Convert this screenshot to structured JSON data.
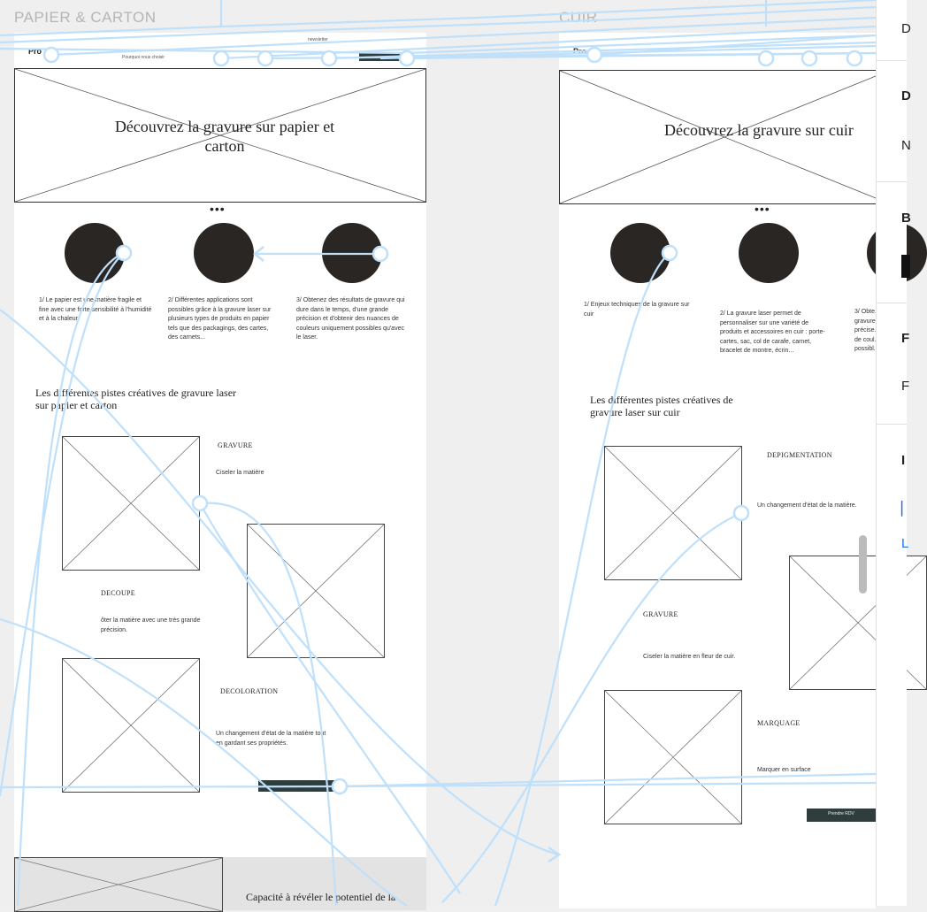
{
  "frames": {
    "left": {
      "title": "PAPIER & CARTON"
    },
    "right": {
      "title": "CUIR"
    }
  },
  "left": {
    "nav": {
      "link1": "newsletter",
      "link2": "",
      "sub": "Pourquoi nous choisir"
    },
    "hero_title": "Découvrez la gravure sur papier et carton",
    "dots": "•••",
    "features": [
      {
        "text": "1/ Le papier est une matière fragile et fine avec une forte sensibilité à l'humidité et à la chaleur."
      },
      {
        "text": "2/ Différentes applications sont possibles grâce à la gravure laser sur plusieurs types de produits en papier tels que des packagings, des cartes, des carnets..."
      },
      {
        "text": "3/ Obtenez des résultats de gravure qui dure dans le temps, d'une grande précision et d'obtenir des nuances de couleurs uniquement possibles qu'avec le laser."
      }
    ],
    "section_title": "Les différentes pistes créatives de gravure laser sur papier et carton",
    "pistes": [
      {
        "label": "GRAVURE",
        "desc": "Ciseler la matière"
      },
      {
        "label": "DECOUPE",
        "desc": "ôter la matière avec une très grande précision."
      },
      {
        "label": "DECOLORATION",
        "desc": "Un changement d'état de la matière tout en gardant ses propriétés."
      }
    ],
    "footer_title": "Capacité à révéler le potentiel de la"
  },
  "right": {
    "hero_title": "Découvrez la gravure sur cuir",
    "dots": "•••",
    "features": [
      {
        "text": "1/ Enjeux techniques de la gravure sur cuir"
      },
      {
        "text": "2/ La gravure laser permet de personnaliser sur une variété de produits et accessoires en cuir : porte-cartes, sac, col de carafe, carnet, bracelet de montre, écrin..."
      },
      {
        "text": "3/ Obte... gravure... précise... de coul... possibl..."
      }
    ],
    "section_title": "Les différentes pistes créatives de gravure laser sur cuir",
    "pistes": [
      {
        "label": "DEPIGMENTATION",
        "desc": "Un changement d'état de la matière."
      },
      {
        "label": "GRAVURE",
        "desc": "Ciseler la matière en fleur de cuir."
      },
      {
        "label": "MARQUAGE",
        "desc": "Marquer en surface"
      }
    ],
    "cta": "Prendre RDV"
  },
  "panel": {
    "letters": [
      "D",
      "D",
      "N",
      "B",
      "F",
      "F",
      "I",
      "L"
    ]
  },
  "colors": {
    "connector": "#bfe0fb",
    "dark": "#2f3d3d",
    "circle": "#2a2624"
  }
}
